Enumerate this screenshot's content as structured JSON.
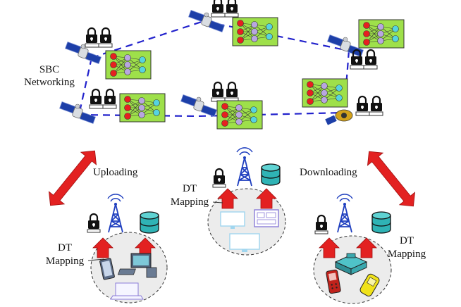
{
  "labels": {
    "network_line1": "SBC",
    "network_line2": "Networking",
    "uploading": "Uploading",
    "downloading": "Downloading",
    "dt": "DT",
    "mapping": "Mapping"
  },
  "colors": {
    "link_dashed": "#2222cc",
    "nn_panel": "#9ee04a",
    "neuron_red": "#e62020",
    "neuron_purple": "#b8a6e0",
    "neuron_cyan": "#56d4e0",
    "arrow_red": "#e32121",
    "tower": "#1f3fbf",
    "database": "#2fb3b5",
    "phone_red": "#c0221b",
    "phone_yellow": "#f0e21a",
    "cluster_fill": "#ececec",
    "monitor_outline": "#a0d6ef"
  },
  "icons": [
    "satellite-icon",
    "server-lock-icon",
    "neural-network-icon",
    "cell-tower-icon",
    "database-icon",
    "tablet-icon",
    "desktop-computer-icon",
    "laptop-icon",
    "monitor-icon",
    "dashboard-icon",
    "mobile-phone-icon",
    "flip-phone-icon",
    "router-icon"
  ]
}
